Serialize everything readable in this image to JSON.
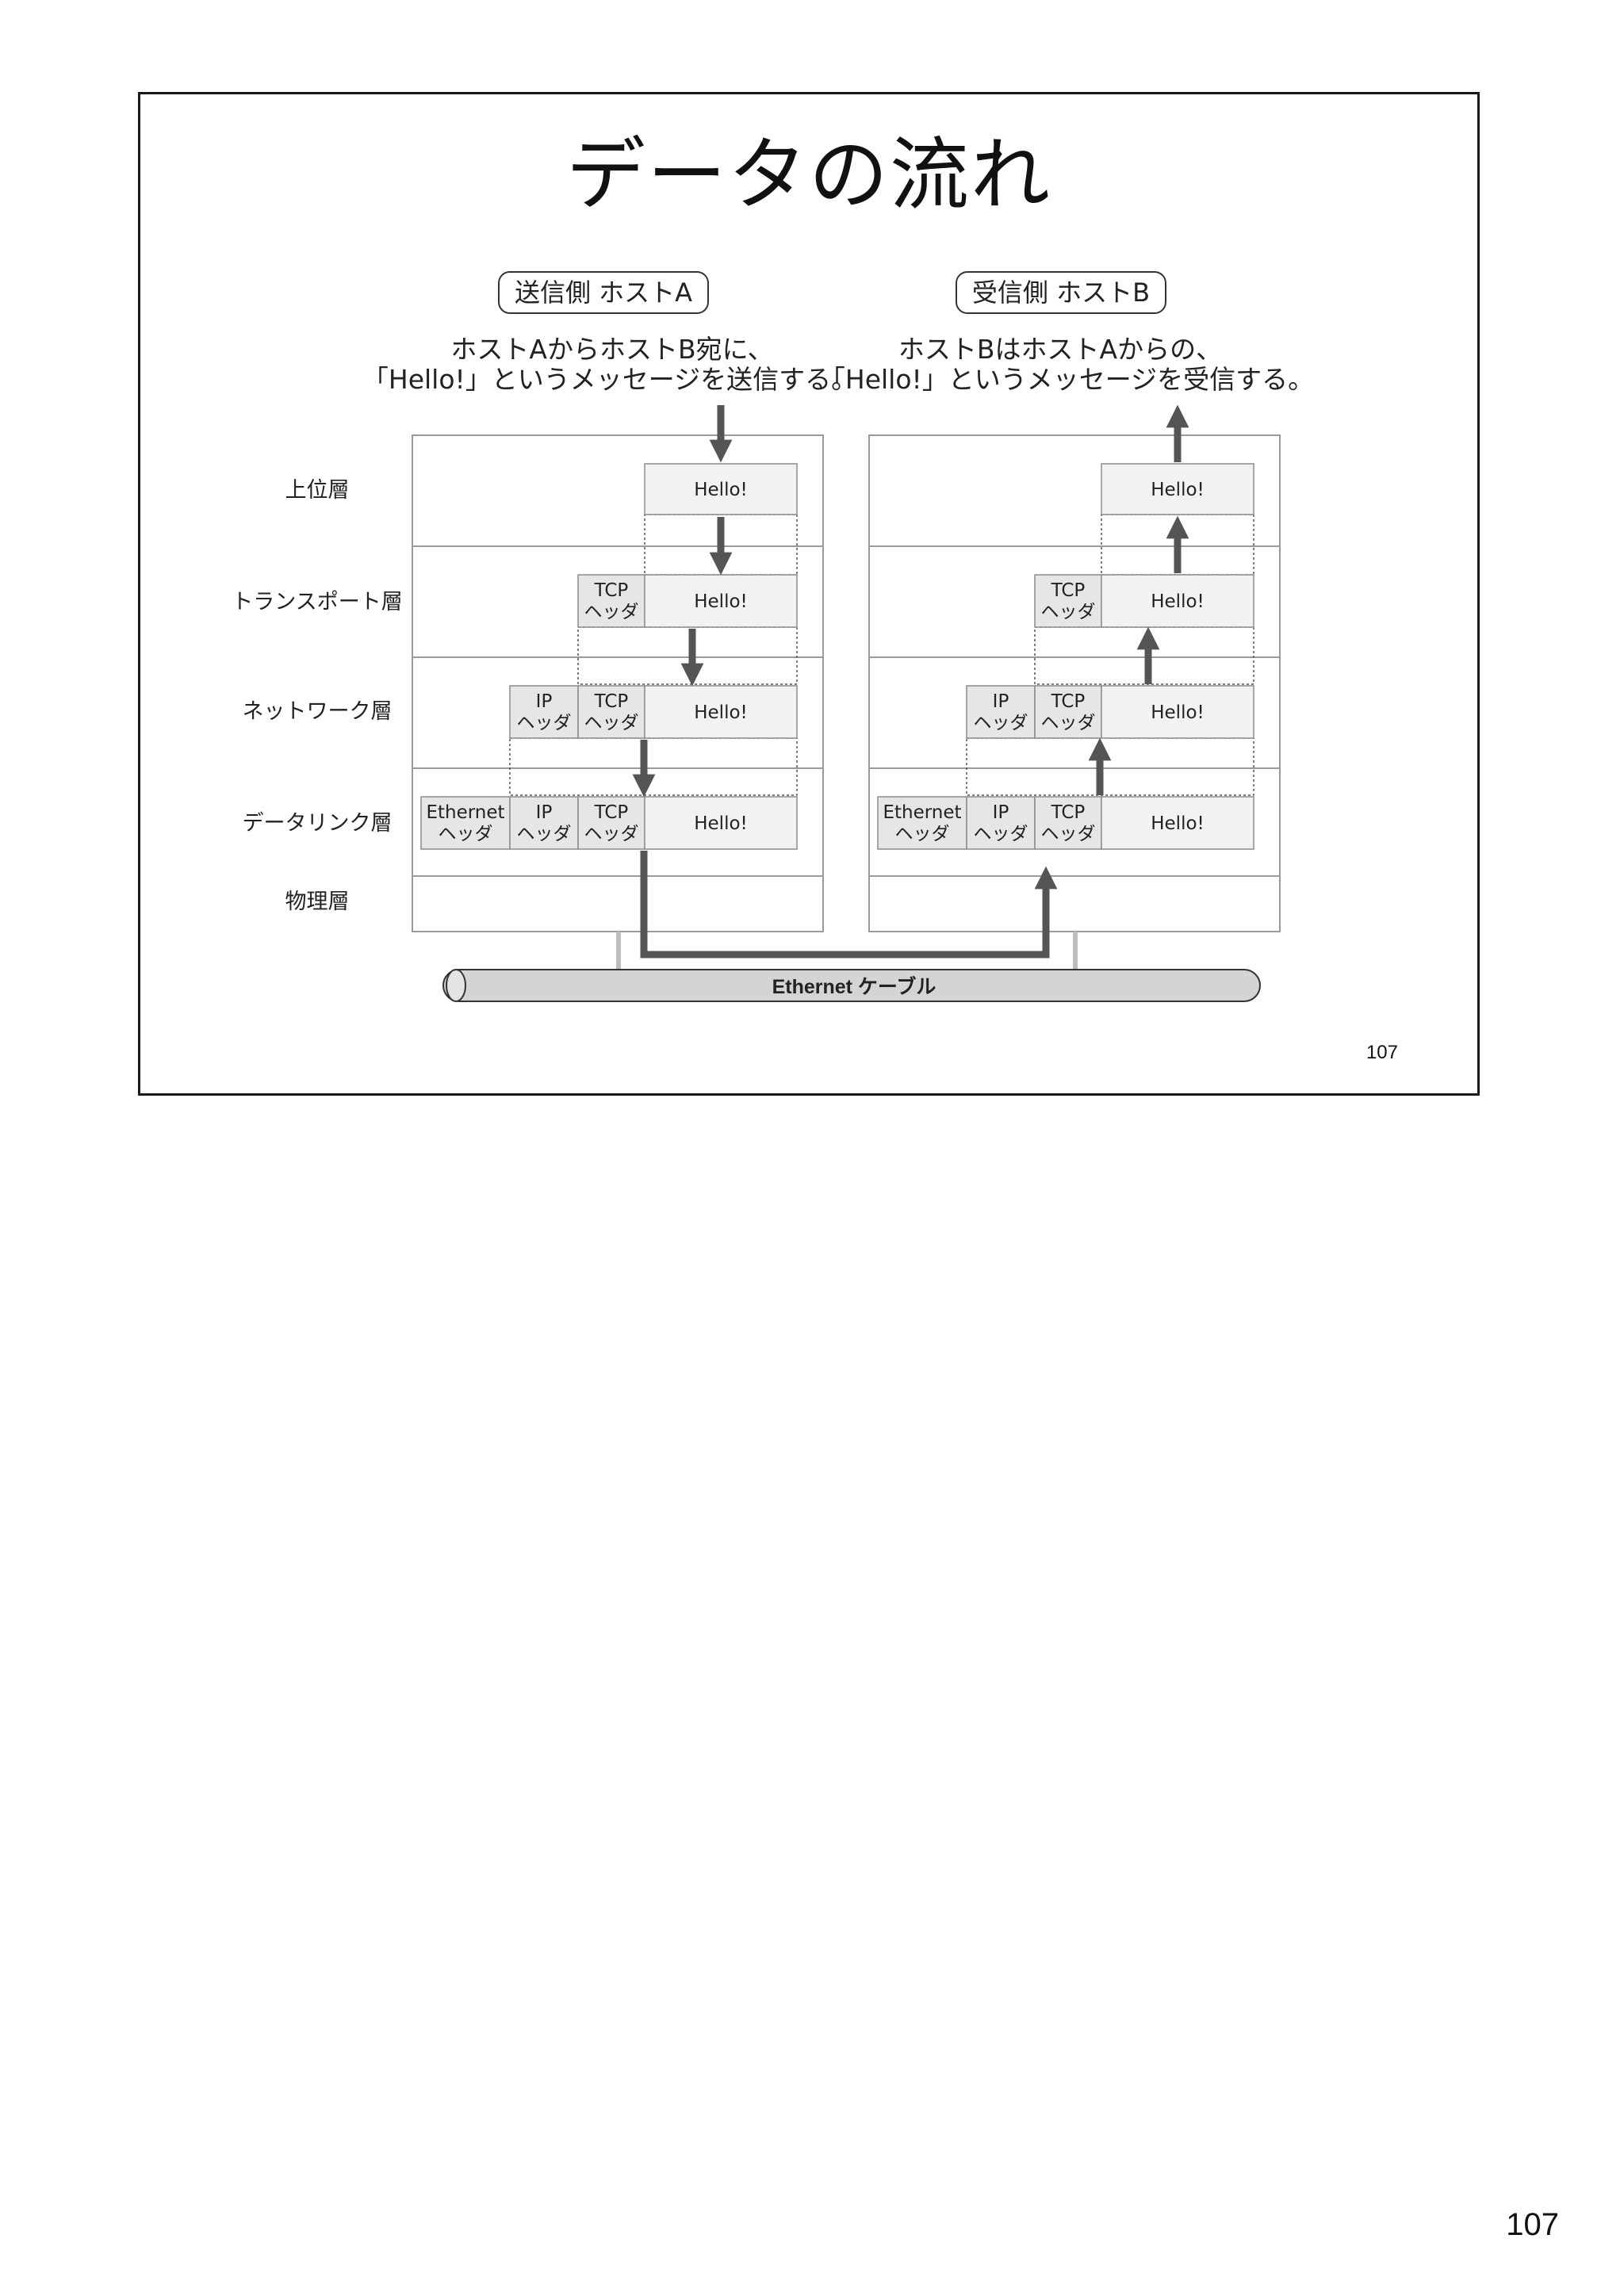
{
  "slide": {
    "title": "データの流れ",
    "slide_number": "107"
  },
  "page_number": "107",
  "diagram": {
    "sender": {
      "label": "送信側 ホストA",
      "desc_line1": "ホストAからホストB宛に、",
      "desc_line2": "「Hello!」というメッセージを送信する。"
    },
    "receiver": {
      "label": "受信側 ホストB",
      "desc_line1": "ホストBはホストAからの、",
      "desc_line2": "「Hello!」というメッセージを受信する。"
    },
    "layers": [
      "上位層",
      "トランスポート層",
      "ネットワーク層",
      "データリンク層",
      "物理層"
    ],
    "cells": {
      "data": "Hello!",
      "tcp": "TCP",
      "ip": "IP",
      "ethernet": "Ethernet",
      "header": "ヘッダ"
    },
    "cable_label": "Ethernet ケーブル",
    "colors": {
      "arrow": "#555555",
      "cell_fill": "#f2f2f2",
      "header_fill": "#e6e6e6",
      "border": "#9a9a9a"
    }
  }
}
